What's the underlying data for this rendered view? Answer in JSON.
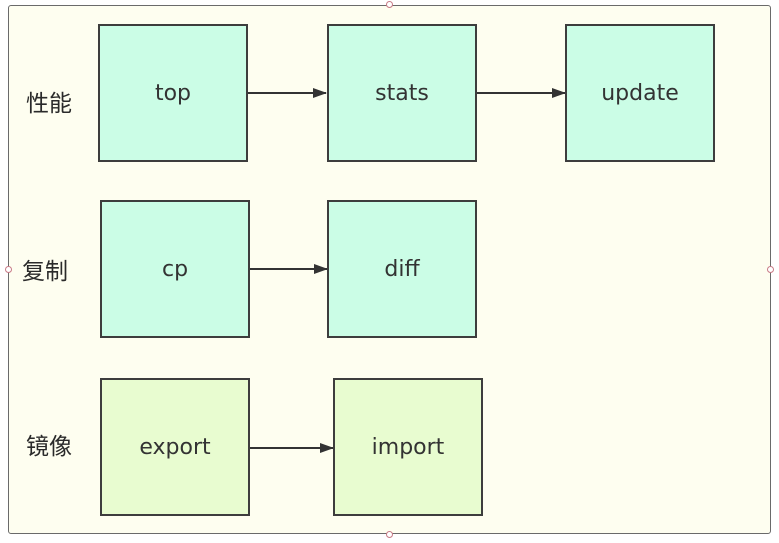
{
  "rows": [
    {
      "label": "性能"
    },
    {
      "label": "复制"
    },
    {
      "label": "镜像"
    }
  ],
  "nodes": {
    "top": "top",
    "stats": "stats",
    "update": "update",
    "cp": "cp",
    "diff": "diff",
    "export": "export",
    "import": "import"
  },
  "edges": [
    {
      "from": "top",
      "to": "stats"
    },
    {
      "from": "stats",
      "to": "update"
    },
    {
      "from": "cp",
      "to": "diff"
    },
    {
      "from": "export",
      "to": "import"
    }
  ],
  "colors": {
    "container_fill": "#fefef0",
    "node_fill_primary": "#cbfde6",
    "node_fill_secondary": "#e8fcd0",
    "node_border": "#3d3d3d",
    "edge": "#333333"
  }
}
